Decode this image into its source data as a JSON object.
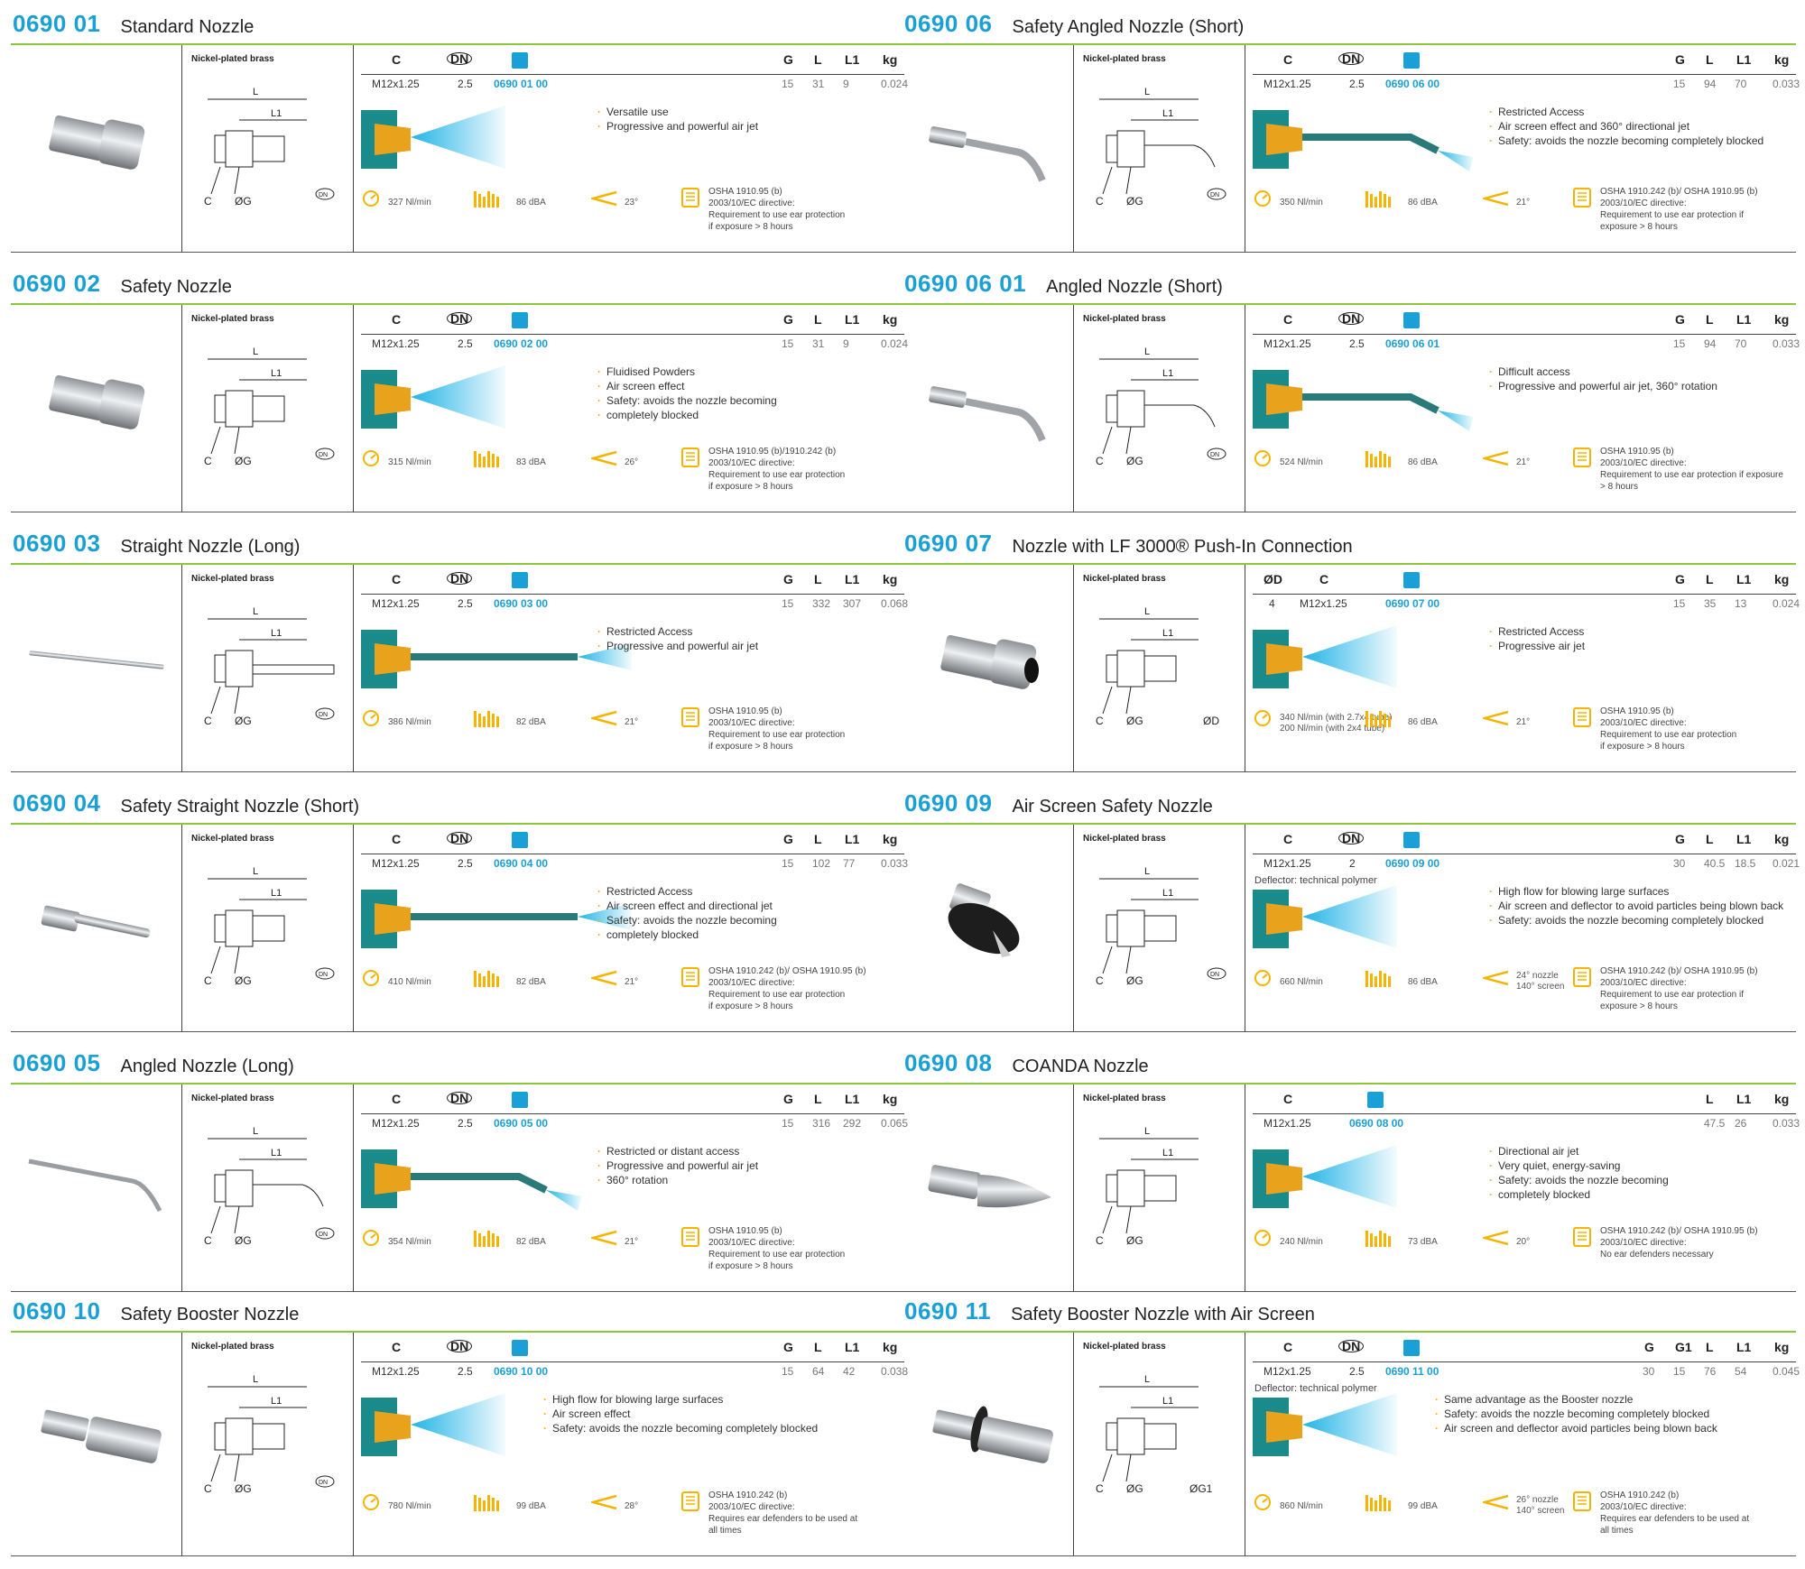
{
  "colors": {
    "accent": "#1aa0d6",
    "line": "#8cc63f",
    "metal": "#b8bcc0",
    "jet": "#22b4e6",
    "body": "#1a8a8a",
    "orange": "#e9a21c",
    "yellow": "#f4b400"
  },
  "icons": {
    "dn": "nominal-diameter-icon",
    "ref": "reference-icon",
    "flow": "air-flow-icon",
    "noise": "noise-bars-icon",
    "angle": "jet-angle-icon",
    "osha": "ear-protection-icon"
  },
  "header_labels": {
    "c": "C",
    "dn": "DN",
    "g": "G",
    "l": "L",
    "l1": "L1",
    "kg": "kg",
    "od": "ØD",
    "g1": "G1"
  },
  "drawing_labels": {
    "l": "L",
    "l1": "L1",
    "c": "C",
    "og": "ØG",
    "dn": "DN",
    "od": "ØD",
    "og1": "ØG1"
  },
  "material": "Nickel-plated brass",
  "deflector": "Deflector: technical polymer",
  "cards": [
    {
      "code": "0690 01",
      "title": "Standard Nozzle",
      "c": "M12x1.25",
      "dn": "2.5",
      "ref": "0690 01 00",
      "g": "15",
      "l": "31",
      "l1": "9",
      "kg": "0.024",
      "bullets": [
        "Versatile use",
        "Progressive and powerful air jet"
      ],
      "flow": "327 Nl/min",
      "noise": "86 dBA",
      "angle": "23°",
      "osha": [
        "OSHA 1910.95 (b)",
        "2003/10/EC directive:",
        "Requirement to use ear protection",
        "if exposure > 8 hours"
      ]
    },
    {
      "code": "0690 06",
      "title": "Safety Angled Nozzle (Short)",
      "c": "M12x1.25",
      "dn": "2.5",
      "ref": "0690 06 00",
      "g": "15",
      "l": "94",
      "l1": "70",
      "kg": "0.033",
      "bullets": [
        "Restricted Access",
        "Air screen effect and 360° directional jet",
        "Safety: avoids the nozzle becoming completely blocked"
      ],
      "flow": "350 Nl/min",
      "noise": "86 dBA",
      "angle": "21°",
      "osha": [
        "OSHA 1910.242 (b)/ OSHA 1910.95 (b)",
        "2003/10/EC directive:",
        "Requirement to use ear protection if",
        "exposure > 8 hours"
      ]
    },
    {
      "code": "0690 02",
      "title": "Safety Nozzle",
      "c": "M12x1.25",
      "dn": "2.5",
      "ref": "0690 02 00",
      "g": "15",
      "l": "31",
      "l1": "9",
      "kg": "0.024",
      "bullets": [
        "Fluidised Powders",
        "Air screen effect",
        "Safety: avoids the nozzle becoming",
        "completely blocked"
      ],
      "flow": "315 Nl/min",
      "noise": "83 dBA",
      "angle": "26°",
      "osha": [
        "OSHA 1910.95 (b)/1910.242 (b)",
        "2003/10/EC directive:",
        "Requirement to use ear protection",
        "if exposure > 8 hours"
      ]
    },
    {
      "code": "0690 06 01",
      "title": "Angled Nozzle (Short)",
      "c": "M12x1.25",
      "dn": "2.5",
      "ref": "0690 06 01",
      "g": "15",
      "l": "94",
      "l1": "70",
      "kg": "0.033",
      "bullets": [
        "Difficult access",
        "Progressive and powerful air jet, 360° rotation"
      ],
      "flow": "524 Nl/min",
      "noise": "86 dBA",
      "angle": "21°",
      "osha": [
        "OSHA 1910.95 (b)",
        "2003/10/EC directive:",
        "Requirement to use ear protection if exposure",
        "> 8 hours"
      ]
    },
    {
      "code": "0690 03",
      "title": "Straight Nozzle (Long)",
      "c": "M12x1.25",
      "dn": "2.5",
      "ref": "0690 03 00",
      "g": "15",
      "l": "332",
      "l1": "307",
      "kg": "0.068",
      "bullets": [
        "Restricted Access",
        "Progressive and powerful air jet"
      ],
      "flow": "386 Nl/min",
      "noise": "82 dBA",
      "angle": "21°",
      "osha": [
        "OSHA 1910.95 (b)",
        "2003/10/EC directive:",
        "Requirement to use ear protection",
        "if exposure > 8 hours"
      ]
    },
    {
      "code": "0690 07",
      "title": "Nozzle with LF 3000® Push-In Connection",
      "od": "4",
      "c": "M12x1.25",
      "ref": "0690 07 00",
      "g": "15",
      "l": "35",
      "l1": "13",
      "kg": "0.024",
      "bullets": [
        "Restricted Access",
        "Progressive air jet"
      ],
      "flow": "340 Nl/min (with 2.7x4 tube)",
      "flow2": "200 Nl/min (with 2x4 tube)",
      "noise": "86 dBA",
      "angle": "21°",
      "osha": [
        "OSHA 1910.95 (b)",
        "2003/10/EC directive:",
        "Requirement to use ear protection",
        "if exposure > 8 hours"
      ]
    },
    {
      "code": "0690 04",
      "title": "Safety Straight Nozzle (Short)",
      "c": "M12x1.25",
      "dn": "2.5",
      "ref": "0690 04 00",
      "g": "15",
      "l": "102",
      "l1": "77",
      "kg": "0.033",
      "bullets": [
        "Restricted Access",
        "Air screen effect and directional jet",
        "Safety: avoids the nozzle becoming",
        "completely blocked"
      ],
      "flow": "410 Nl/min",
      "noise": "82 dBA",
      "angle": "21°",
      "osha": [
        "OSHA 1910.242 (b)/ OSHA 1910.95 (b)",
        "2003/10/EC directive:",
        "Requirement to use ear protection",
        "if exposure > 8 hours"
      ]
    },
    {
      "code": "0690 09",
      "title": "Air Screen Safety Nozzle",
      "c": "M12x1.25",
      "dn": "2",
      "ref": "0690 09 00",
      "g": "30",
      "l": "40.5",
      "l1": "18.5",
      "kg": "0.021",
      "bullets": [
        "High flow for blowing large surfaces",
        "Air screen and deflector to avoid particles being blown back",
        "Safety: avoids the nozzle becoming completely blocked"
      ],
      "flow": "660 Nl/min",
      "noise": "86 dBA",
      "angle": "24° nozzle",
      "angle2": "140° screen",
      "osha": [
        "OSHA 1910.242 (b)/ OSHA 1910.95 (b)",
        "2003/10/EC directive:",
        "Requirement to use ear protection if",
        "exposure > 8 hours"
      ]
    },
    {
      "code": "0690 05",
      "title": "Angled Nozzle (Long)",
      "c": "M12x1.25",
      "dn": "2.5",
      "ref": "0690 05 00",
      "g": "15",
      "l": "316",
      "l1": "292",
      "kg": "0.065",
      "bullets": [
        "Restricted or distant access",
        "Progressive and powerful air jet",
        "360° rotation"
      ],
      "flow": "354 Nl/min",
      "noise": "82 dBA",
      "angle": "21°",
      "osha": [
        "OSHA 1910.95 (b)",
        "2003/10/EC directive:",
        "Requirement to use ear protection",
        "if exposure > 8 hours"
      ]
    },
    {
      "code": "0690 08",
      "title": "COANDA Nozzle",
      "c": "M12x1.25",
      "ref": "0690 08 00",
      "l": "47.5",
      "l1": "26",
      "kg": "0.033",
      "bullets": [
        "Directional air jet",
        "Very quiet, energy-saving",
        "Safety: avoids the nozzle becoming",
        "completely blocked"
      ],
      "flow": "240 Nl/min",
      "noise": "73 dBA",
      "angle": "20°",
      "osha": [
        "OSHA 1910.242 (b)/ OSHA 1910.95 (b)",
        "2003/10/EC directive:",
        "No ear defenders necessary"
      ]
    },
    {
      "code": "0690 10",
      "title": "Safety Booster Nozzle",
      "c": "M12x1.25",
      "dn": "2.5",
      "ref": "0690 10 00",
      "g": "15",
      "l": "64",
      "l1": "42",
      "kg": "0.038",
      "bullets": [
        "High flow for blowing large surfaces",
        "Air screen effect",
        "Safety: avoids the nozzle becoming completely blocked"
      ],
      "flow": "780 Nl/min",
      "noise": "99 dBA",
      "angle": "28°",
      "osha": [
        "OSHA 1910.242 (b)",
        "2003/10/EC directive:",
        "Requires ear defenders to be used at",
        "all times"
      ]
    },
    {
      "code": "0690 11",
      "title": "Safety Booster Nozzle with Air Screen",
      "c": "M12x1.25",
      "dn": "2.5",
      "ref": "0690 11 00",
      "g": "30",
      "g1": "15",
      "l": "76",
      "l1": "54",
      "kg": "0.045",
      "bullets": [
        "Same advantage as the Booster nozzle",
        "Safety: avoids the nozzle becoming completely blocked",
        "Air screen and deflector avoid particles being blown back"
      ],
      "flow": "860 Nl/min",
      "noise": "99 dBA",
      "angle": "26° nozzle",
      "angle2": "140° screen",
      "osha": [
        "OSHA 1910.242 (b)",
        "2003/10/EC directive:",
        "Requires ear defenders to be used at",
        "all times"
      ]
    }
  ]
}
